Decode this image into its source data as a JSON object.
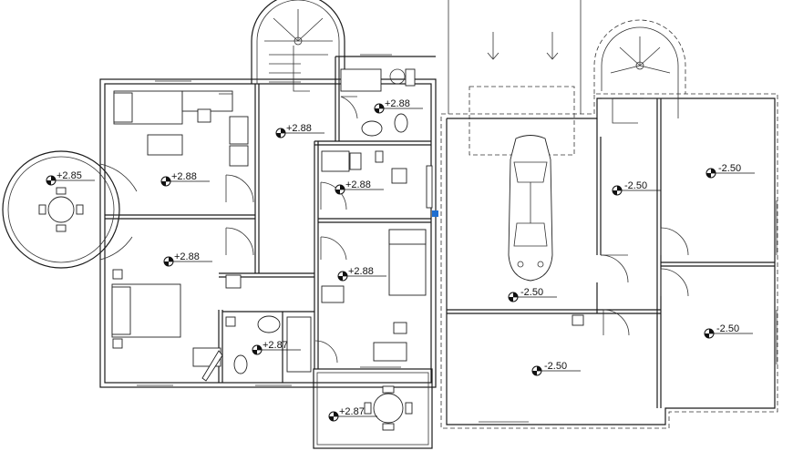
{
  "plan": {
    "elevations": {
      "round_terrace": "+2.85",
      "stair_landing": "+2.88",
      "top_bathroom": "+2.88",
      "bedroom_1": "+2.88",
      "bedroom_2": "+2.88",
      "laundry": "+2.88",
      "bedroom_3": "+2.88",
      "bathroom_2": "+2.87",
      "dining_terrace": "+2.87",
      "garage_car": "-2.50",
      "garage_hall": "-2.50",
      "garage_room_ne": "-2.50",
      "garage_room_se": "-2.50",
      "garage_lower": "-2.50"
    },
    "colors": {
      "line": "#1a1a1a",
      "accent_marker": "#1f6fd1",
      "background": "#ffffff"
    }
  }
}
